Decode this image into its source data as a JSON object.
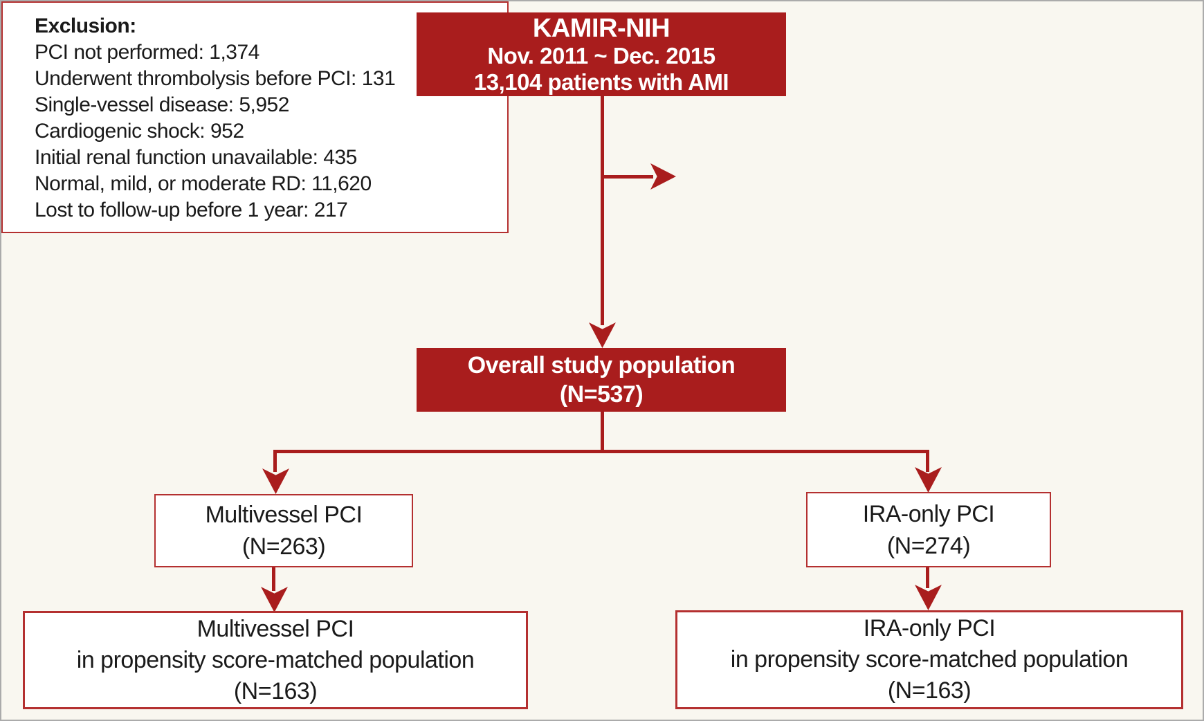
{
  "colors": {
    "red_fill": "#a91d1d",
    "red_line": "#a91d1d",
    "box_border": "#b43030",
    "background": "#f9f7f0",
    "text_dark": "#1a1a1a",
    "text_light": "#ffffff",
    "outer_border": "#ababab"
  },
  "registry_box": {
    "line1": "KAMIR-NIH",
    "line2": "Nov. 2011 ~ Dec. 2015",
    "line3": "13,104 patients with AMI"
  },
  "exclusion_box": {
    "heading": "Exclusion:",
    "items": [
      "PCI not performed: 1,374",
      "Underwent thrombolysis before PCI: 131",
      "Single-vessel disease: 5,952",
      "Cardiogenic shock: 952",
      "Initial renal function unavailable: 435",
      "Normal, mild, or moderate RD: 11,620",
      "Lost to follow-up before 1 year: 217"
    ]
  },
  "overall_box": {
    "line1": "Overall study population",
    "line2": "(N=537)"
  },
  "multivessel_box": {
    "line1": "Multivessel PCI",
    "line2": "(N=263)"
  },
  "ira_only_box": {
    "line1": "IRA-only PCI",
    "line2": "(N=274)"
  },
  "multivessel_matched_box": {
    "line1": "Multivessel PCI",
    "line2": "in propensity score-matched population",
    "line3": "(N=163)"
  },
  "ira_only_matched_box": {
    "line1": "IRA-only PCI",
    "line2": "in propensity score-matched population",
    "line3": "(N=163)"
  }
}
